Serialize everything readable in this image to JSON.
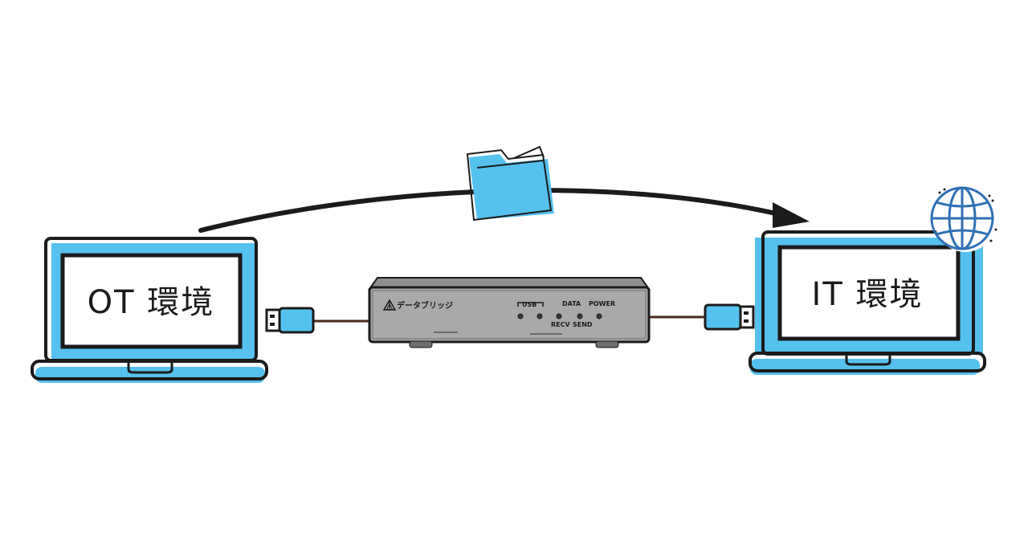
{
  "ot_laptop": {
    "label": "OT 環境"
  },
  "it_laptop": {
    "label": "IT 環境"
  },
  "device": {
    "brand": "データブリッジ",
    "led_labels": {
      "usb": "USB",
      "data": "DATA",
      "power": "POWER",
      "recv": "RECV",
      "send": "SEND"
    }
  },
  "icons": {
    "folder": "folder-icon",
    "globe": "globe-icon",
    "arrow": "transfer-arrow",
    "usb_plug": "usb-plug-icon"
  },
  "colors": {
    "accent_blue": "#55c1ee",
    "outline": "#1b1b1b",
    "device_body": "#a9a9a9",
    "cable": "#4a2a1e",
    "globe_blue": "#2f6fb5"
  }
}
